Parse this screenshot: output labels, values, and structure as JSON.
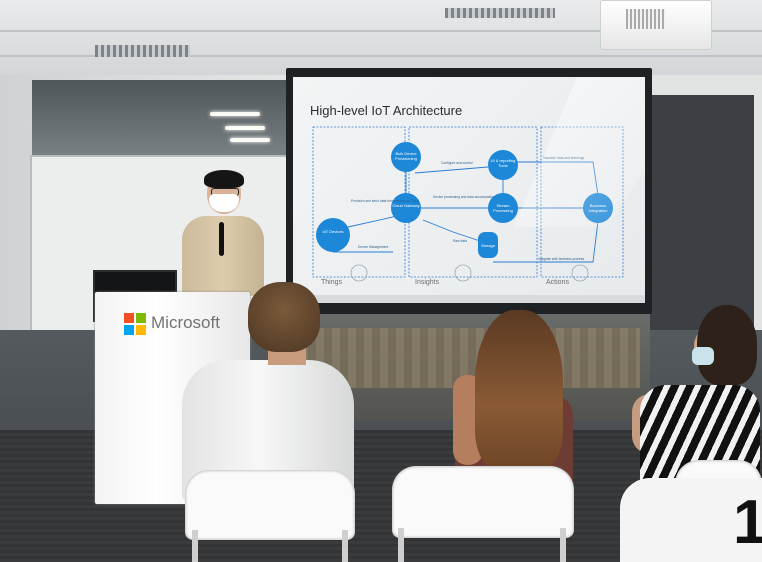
{
  "slide": {
    "title": "High-level IoT Architecture",
    "columns": [
      "Things",
      "Insights",
      "Actions"
    ],
    "nodes": {
      "iot_devices": "IoT Devices",
      "bulk_device": "Bulk Device Provisioning",
      "cloud_gateway": "Cloud Gateway",
      "ui_reporting": "UI & reporting Tools",
      "stream_processing": "Stream Processing",
      "business_integration": "Business Integration",
      "storage": "Storage"
    },
    "arrows": {
      "configure": "Configure and control",
      "visualize": "Visualize data and learnings",
      "device_processing": "Device processing and data accumulation",
      "provision": "Provision and send data from devices to Cloud",
      "device_management": "Device Management",
      "raw_data": "Raw data",
      "integrate": "Integrate with business process"
    }
  },
  "podium": {
    "brand": "Microsoft",
    "logo_colors": [
      "#f25022",
      "#7fba00",
      "#00a4ef",
      "#ffb900"
    ]
  },
  "overlay_number": "1",
  "colors": {
    "node_blue": "#1e88d8",
    "line_blue": "#2b7bd3",
    "screen_bg": "#eef1f3"
  }
}
